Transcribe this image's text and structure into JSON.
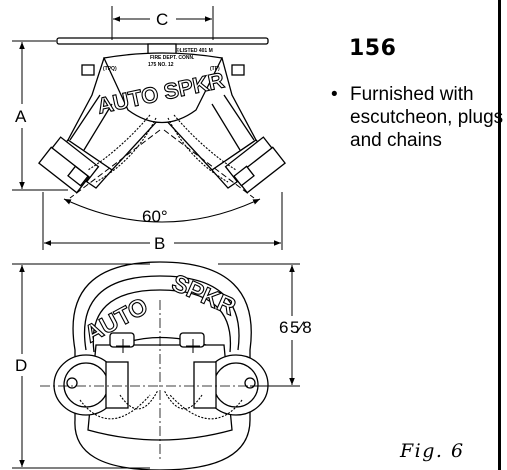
{
  "product": {
    "model": "156",
    "features": [
      "Furnished with escutcheon, plugs and chains"
    ]
  },
  "figure_label": "Fig. 6",
  "drawing": {
    "dimensions": {
      "c": "C",
      "a": "A",
      "b": "B",
      "d": "D",
      "height_whole": "6",
      "height_fraction": "5⁄8",
      "angle": "60°"
    },
    "plate_text": {
      "line1": "©LISTED 401 M",
      "line2": "FIRE DEPT. CONN.",
      "line3": "175    NO. 12",
      "left_mark": "(TPQ)",
      "right_mark": "(TP)"
    },
    "body_text_side": "AUTO SPKR",
    "body_text_front_left": "AUTO",
    "body_text_front_right": "SPKR"
  }
}
